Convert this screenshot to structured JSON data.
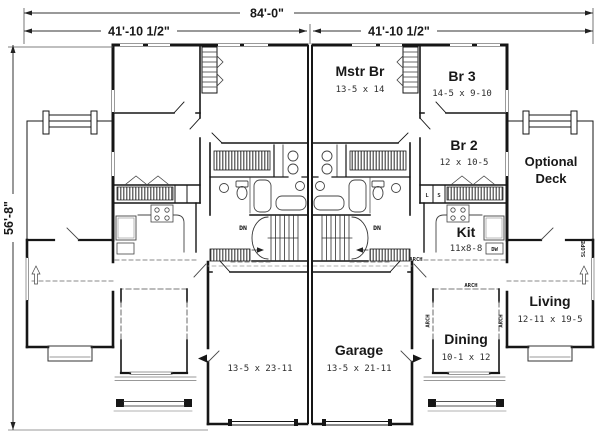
{
  "drawing": {
    "kind": "duplex-floor-plan"
  },
  "dimension_labels": {
    "overall_width": "84'-0\"",
    "left_unit_width": "41'-10 1/2\"",
    "right_unit_width": "41'-10 1/2\"",
    "overall_depth": "56'-8\""
  },
  "rooms": {
    "master_bedroom": {
      "label": "Mstr Br",
      "size": "13-5 x 14"
    },
    "bedroom3": {
      "label": "Br 3",
      "size": "14-5 x 9-10"
    },
    "bedroom2": {
      "label": "Br 2",
      "size": "12 x 10-5"
    },
    "optional_deck": {
      "label_line1": "Optional",
      "label_line2": "Deck"
    },
    "kitchen": {
      "label": "Kit",
      "size": "11x8-8"
    },
    "living": {
      "label": "Living",
      "size": "12-11 x 19-5"
    },
    "dining": {
      "label": "Dining",
      "size": "10-1 x 12"
    },
    "garage": {
      "label": "Garage",
      "size": "13-5 x 21-11"
    },
    "left_unit_garage": {
      "size": "13-5 x 23-11"
    }
  },
  "annotations": {
    "down_stairs": "DN",
    "arch": "ARCH",
    "slope": "SLOPE",
    "dishwasher": "DW",
    "linen": "L",
    "shelves": "S"
  },
  "colors": {
    "wall": "#161616",
    "window": "#9a9a9a",
    "background": "#ffffff"
  }
}
